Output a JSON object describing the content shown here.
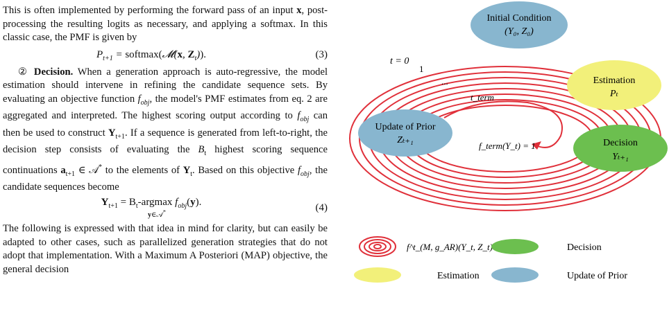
{
  "left_column": {
    "para1": "This is often implemented by performing the forward pass of an input x, post-processing the resulting logits as necessary, and applying a softmax. In this classic case, the PMF is given by",
    "eq3": {
      "formula": "P_{t+1} = softmax(M(x, Z_t)).",
      "label": "(3)"
    },
    "section_marker": "②",
    "section_title": "Decision.",
    "para2": "When a generation approach is auto-regressive, the model estimation should intervene in refining the candidate sequence sets. By evaluating an objective function f_obj, the model's PMF estimates from eq. 2 are aggregated and interpreted. The highest scoring output according to f_obj can then be used to construct Y_{t+1}. If a sequence is generated from left-to-right, the decision step consists of evaluating the B_t highest scoring sequence continuations a_{t+1} ∈ A* to the elements of Y_t. Based on this objective f_obj, the candidate sequences become",
    "eq4": {
      "formula": "Y_{t+1} = B_t-argmax_{y∈A*} f_obj(y).",
      "label": "(4)"
    },
    "para3": "The following is expressed with that idea in mind for clarity, but can easily be adapted to other cases, such as parallelized generation strategies that do not adopt that implementation. With a Maximum A Posteriori (MAP) objective, the general decision"
  },
  "figure": {
    "colors": {
      "spiral": "#e0303a",
      "estimation": "#f2f07a",
      "decision": "#6cbf4f",
      "prior": "#88b6cf"
    },
    "nodes": {
      "initial": {
        "line1": "Initial Condition",
        "line2": "(Y₀, Z₀)"
      },
      "estimation": {
        "line1": "Estimation",
        "line2": "Pₜ"
      },
      "prior": {
        "line1": "Update of Prior",
        "line2": "Zₜ₊₁"
      },
      "decision": {
        "line1": "Decision",
        "line2": "Yₜ₊₁"
      }
    },
    "labels": {
      "t0": "t = 0",
      "one": "1",
      "dots": "...",
      "tterm": "t_term",
      "fterm": "f_term(Y_t) = 1"
    },
    "legend": {
      "spiral_label": "f^t_(M, g_AR)(Y_t, Z_t)",
      "decision": "Decision",
      "estimation": "Estimation",
      "prior": "Update of Prior"
    }
  }
}
